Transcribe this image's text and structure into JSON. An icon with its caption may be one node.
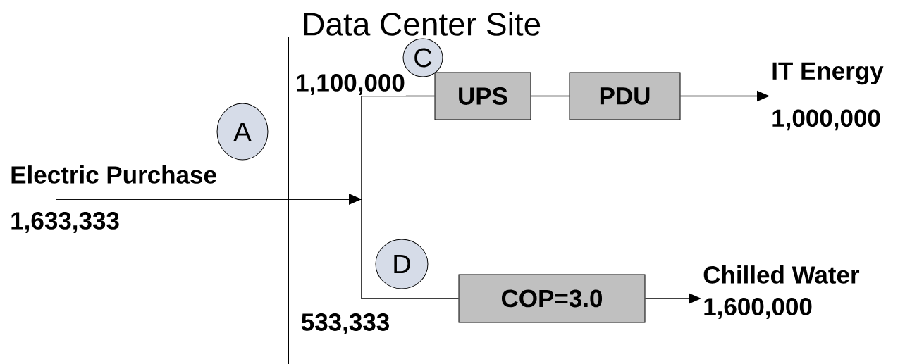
{
  "diagram": {
    "nodes": [
      {
        "text": [
          "Data Center Site"
        ]
      },
      {
        "text": [
          "A"
        ]
      },
      {
        "text": [
          "Electric Purchase",
          "1,633,333"
        ]
      },
      {
        "text": [
          "C"
        ],
        "in": 0
      },
      {
        "text": [
          "UPS"
        ],
        "in": 0
      },
      {
        "text": [
          "PDU"
        ],
        "in": 0
      },
      {
        "text": [
          "IT Energy",
          "1,000,000"
        ],
        "in": 0
      },
      {
        "text": [
          "D"
        ],
        "in": 0
      },
      {
        "text": [
          "COP=3.0"
        ],
        "in": 0
      },
      {
        "text": [
          "Chilled Water",
          "1,600,000"
        ],
        "in": 0
      }
    ],
    "edges": [
      {
        "from": 2,
        "to": 4,
        "arrow": "to",
        "label": "1,100,000"
      },
      {
        "from": 2,
        "to": 8,
        "arrow": "to",
        "label": "533,333"
      },
      {
        "from": 4,
        "to": 5,
        "arrow": "none"
      },
      {
        "from": 5,
        "to": 6,
        "arrow": "to"
      },
      {
        "from": 8,
        "to": 9,
        "arrow": "to"
      }
    ]
  }
}
